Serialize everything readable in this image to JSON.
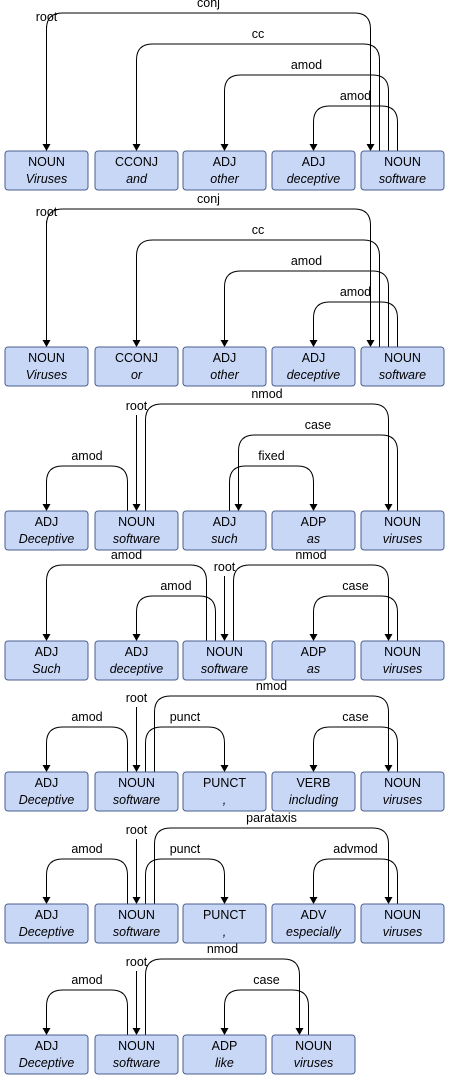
{
  "diagrams": [
    {
      "tokens": [
        {
          "pos": "NOUN",
          "word": "Viruses"
        },
        {
          "pos": "CCONJ",
          "word": "and"
        },
        {
          "pos": "ADJ",
          "word": "other"
        },
        {
          "pos": "ADJ",
          "word": "deceptive"
        },
        {
          "pos": "NOUN",
          "word": "software"
        }
      ],
      "root": 0,
      "arcs": [
        {
          "from": 0,
          "to": 4,
          "label": "conj"
        },
        {
          "from": 4,
          "to": 1,
          "label": "cc"
        },
        {
          "from": 4,
          "to": 2,
          "label": "amod"
        },
        {
          "from": 4,
          "to": 3,
          "label": "amod"
        }
      ]
    },
    {
      "tokens": [
        {
          "pos": "NOUN",
          "word": "Viruses"
        },
        {
          "pos": "CCONJ",
          "word": "or"
        },
        {
          "pos": "ADJ",
          "word": "other"
        },
        {
          "pos": "ADJ",
          "word": "deceptive"
        },
        {
          "pos": "NOUN",
          "word": "software"
        }
      ],
      "root": 0,
      "arcs": [
        {
          "from": 0,
          "to": 4,
          "label": "conj"
        },
        {
          "from": 4,
          "to": 1,
          "label": "cc"
        },
        {
          "from": 4,
          "to": 2,
          "label": "amod"
        },
        {
          "from": 4,
          "to": 3,
          "label": "amod"
        }
      ]
    },
    {
      "tokens": [
        {
          "pos": "ADJ",
          "word": "Deceptive"
        },
        {
          "pos": "NOUN",
          "word": "software"
        },
        {
          "pos": "ADJ",
          "word": "such"
        },
        {
          "pos": "ADP",
          "word": "as"
        },
        {
          "pos": "NOUN",
          "word": "viruses"
        }
      ],
      "root": 1,
      "arcs": [
        {
          "from": 1,
          "to": 4,
          "label": "nmod"
        },
        {
          "from": 4,
          "to": 2,
          "label": "case"
        },
        {
          "from": 2,
          "to": 3,
          "label": "fixed"
        },
        {
          "from": 1,
          "to": 0,
          "label": "amod"
        }
      ]
    },
    {
      "tokens": [
        {
          "pos": "ADJ",
          "word": "Such"
        },
        {
          "pos": "ADJ",
          "word": "deceptive"
        },
        {
          "pos": "NOUN",
          "word": "software"
        },
        {
          "pos": "ADP",
          "word": "as"
        },
        {
          "pos": "NOUN",
          "word": "viruses"
        }
      ],
      "root": 2,
      "arcs": [
        {
          "from": 2,
          "to": 0,
          "label": "amod"
        },
        {
          "from": 2,
          "to": 4,
          "label": "nmod"
        },
        {
          "from": 2,
          "to": 1,
          "label": "amod"
        },
        {
          "from": 4,
          "to": 3,
          "label": "case"
        }
      ]
    },
    {
      "tokens": [
        {
          "pos": "ADJ",
          "word": "Deceptive"
        },
        {
          "pos": "NOUN",
          "word": "software"
        },
        {
          "pos": "PUNCT",
          "word": ","
        },
        {
          "pos": "VERB",
          "word": "including"
        },
        {
          "pos": "NOUN",
          "word": "viruses"
        }
      ],
      "root": 1,
      "arcs": [
        {
          "from": 1,
          "to": 4,
          "label": "nmod"
        },
        {
          "from": 1,
          "to": 0,
          "label": "amod"
        },
        {
          "from": 1,
          "to": 2,
          "label": "punct"
        },
        {
          "from": 4,
          "to": 3,
          "label": "case"
        }
      ]
    },
    {
      "tokens": [
        {
          "pos": "ADJ",
          "word": "Deceptive"
        },
        {
          "pos": "NOUN",
          "word": "software"
        },
        {
          "pos": "PUNCT",
          "word": ","
        },
        {
          "pos": "ADV",
          "word": "especially"
        },
        {
          "pos": "NOUN",
          "word": "viruses"
        }
      ],
      "root": 1,
      "arcs": [
        {
          "from": 1,
          "to": 4,
          "label": "parataxis"
        },
        {
          "from": 1,
          "to": 0,
          "label": "amod"
        },
        {
          "from": 1,
          "to": 2,
          "label": "punct"
        },
        {
          "from": 4,
          "to": 3,
          "label": "advmod"
        }
      ]
    },
    {
      "tokens": [
        {
          "pos": "ADJ",
          "word": "Deceptive"
        },
        {
          "pos": "NOUN",
          "word": "software"
        },
        {
          "pos": "ADP",
          "word": "like"
        },
        {
          "pos": "NOUN",
          "word": "viruses"
        }
      ],
      "root": 1,
      "arcs": [
        {
          "from": 1,
          "to": 3,
          "label": "nmod"
        },
        {
          "from": 1,
          "to": 0,
          "label": "amod"
        },
        {
          "from": 3,
          "to": 2,
          "label": "case"
        }
      ]
    }
  ],
  "root_label": "root"
}
